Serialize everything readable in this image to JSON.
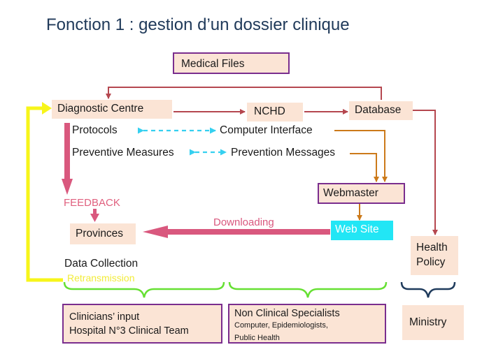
{
  "title": "Fonction 1 : gestion d’un dossier clinique",
  "nodes": {
    "medical_files": "Medical Files",
    "diagnostic_centre": "Diagnostic Centre",
    "nchd": "NCHD",
    "database": "Database",
    "protocols": "Protocols",
    "computer_interface": "Computer  Interface",
    "preventive_measures": "Preventive Measures",
    "prevention_messages": "Prevention Messages",
    "feedback": "FEEDBACK",
    "webmaster": "Webmaster",
    "downloading": "Downloading",
    "provinces": "Provinces",
    "web_site": "Web Site",
    "health_policy_line1": "Health",
    "health_policy_line2": "Policy",
    "data_collection": "Data Collection",
    "retransmission": "Retransmission"
  },
  "groups": {
    "clinicians_line1": "Clinicians’ input",
    "clinicians_line2": "Hospital N°3 Clinical Team",
    "non_clinical_title": "Non Clinical Specialists",
    "non_clinical_line2": "Computer, Epidemiologists,",
    "non_clinical_line3": "Public Health",
    "ministry": "Ministry"
  },
  "colors": {
    "box_fill": "#fbe4d5",
    "box_border": "#7a2e8e",
    "arrow_red": "#b5474f",
    "arrow_pink": "#d9587e",
    "arrow_orange": "#cc7a1a",
    "arrow_cyan": "#35d0f0",
    "loop_yellow": "#f7f51a",
    "brace_green": "#66e033",
    "brace_navy": "#1f3b5c",
    "web_site_fill": "#22e6f5",
    "feedback_text": "#e0607e"
  }
}
